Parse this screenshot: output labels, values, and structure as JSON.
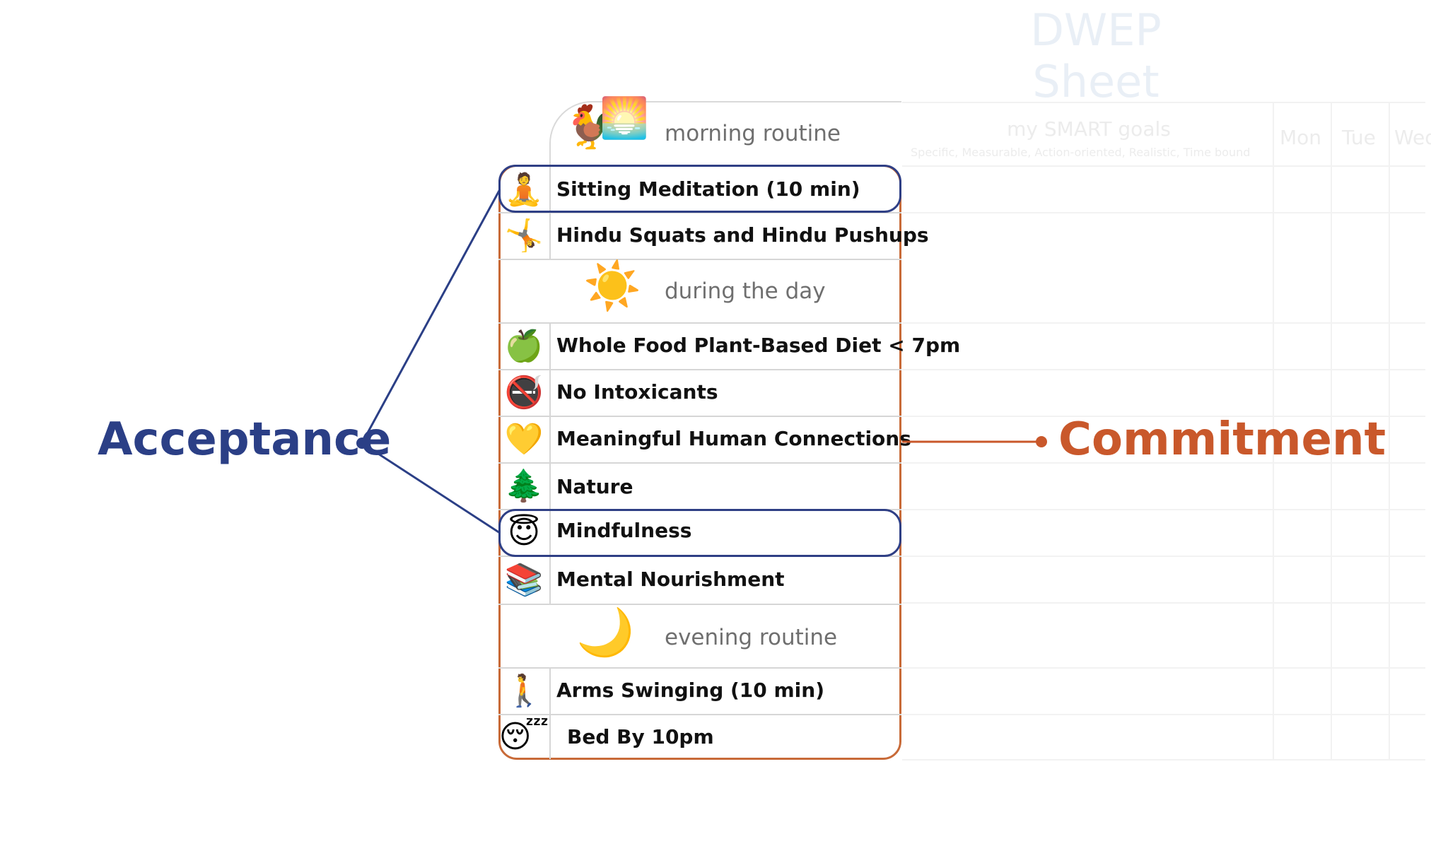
{
  "sheet_title": "DWEP Sheet",
  "background_header": {
    "goals_title": "my SMART goals",
    "goals_subtitle": "Specific, Measurable, Action-oriented, Realistic, Time bound",
    "days": [
      "Mon",
      "Tue",
      "Wed"
    ]
  },
  "sections": {
    "morning": "morning routine",
    "day": "during the day",
    "evening": "evening routine"
  },
  "rows": [
    {
      "label": "Sitting Meditation (10 min)",
      "icon": "meditation-icon"
    },
    {
      "label": "Hindu Squats and Hindu Pushups",
      "icon": "pushup-icon"
    },
    {
      "label": "Whole Food Plant-Based Diet < 7pm",
      "icon": "apple-icon"
    },
    {
      "label": "No Intoxicants",
      "icon": "no-smoking-icon"
    },
    {
      "label": "Meaningful Human Connections",
      "icon": "heart-icon"
    },
    {
      "label": "Nature",
      "icon": "tree-icon"
    },
    {
      "label": "Mindfulness",
      "icon": "halo-face-icon"
    },
    {
      "label": "Mental Nourishment",
      "icon": "books-icon"
    },
    {
      "label": "Arms Swinging (10 min)",
      "icon": "walking-person-icon"
    },
    {
      "label": "Bed By 10pm",
      "icon": "sleeping-face-icon"
    }
  ],
  "labels": {
    "acceptance": "Acceptance",
    "commitment": "Commitment"
  },
  "colors": {
    "acceptance": "#2b3f86",
    "commitment": "#c9582b",
    "highlight_border": "#2f3f85",
    "frame_border": "#c86a38"
  }
}
